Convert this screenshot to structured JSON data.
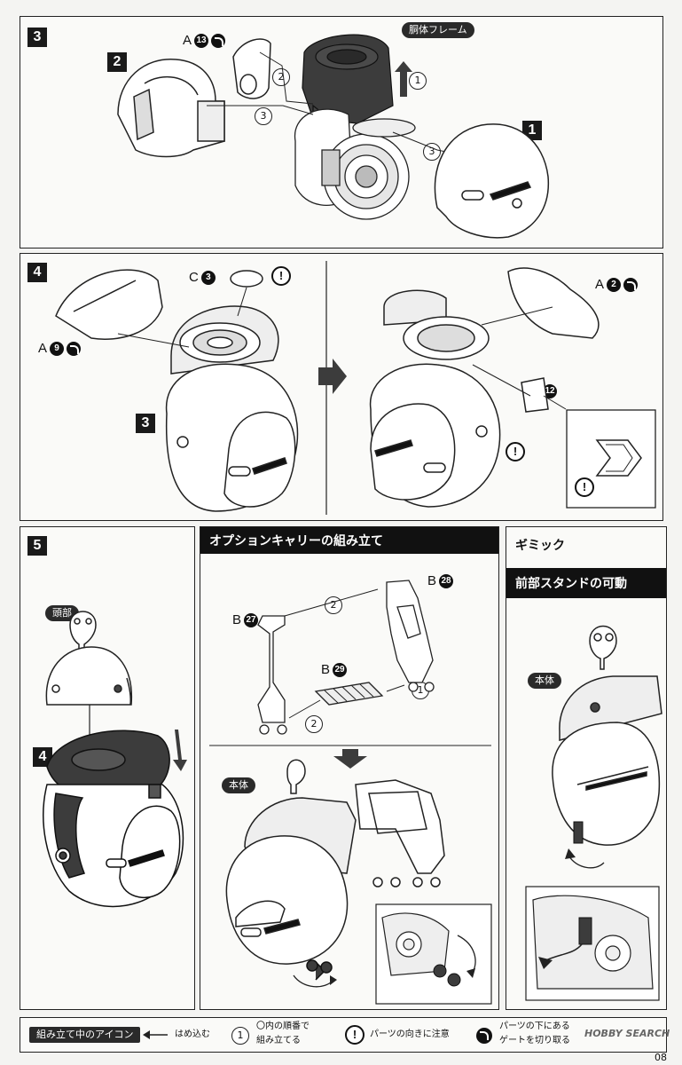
{
  "steps": {
    "step3": {
      "number": "3",
      "frame_label": "胴体フレーム",
      "part": {
        "letter": "A",
        "num": "13"
      },
      "sub_badges": [
        "2",
        "1"
      ],
      "arrows": [
        "2",
        "3",
        "3",
        "1"
      ]
    },
    "step4": {
      "number": "4",
      "part_left": {
        "letter": "A",
        "num": "9"
      },
      "part_top": {
        "letter": "C",
        "num": "3"
      },
      "part_right": {
        "letter": "A",
        "num": "2"
      },
      "part_small": {
        "letter": "A",
        "num": "12"
      },
      "sub_badge": "3"
    },
    "step5": {
      "number": "5",
      "head_label": "頭部",
      "sub_badge": "4"
    }
  },
  "option_carry": {
    "title": "オプションキャリーの組み立て",
    "parts": [
      {
        "letter": "B",
        "num": "27"
      },
      {
        "letter": "B",
        "num": "28"
      },
      {
        "letter": "B",
        "num": "29"
      }
    ],
    "arrows": [
      "2",
      "1",
      "2"
    ],
    "body_label": "本体"
  },
  "gimmick": {
    "title": "ギミック",
    "subtitle": "前部スタンドの可動",
    "body_label": "本体"
  },
  "legend": {
    "title": "組み立て中のアイコン",
    "insert": "はめ込む",
    "order_num": "1",
    "order_line1": "〇内の順番で",
    "order_line2": "組み立てる",
    "caution": "パーツの向きに注意",
    "gate_line1": "パーツの下にある",
    "gate_line2": "ゲートを切り取る"
  },
  "watermark": "HOBBY SEARCH",
  "page_number": "08",
  "colors": {
    "dark_part": "#3c3c3c",
    "line": "#222222",
    "paper": "#f4f4f2"
  }
}
